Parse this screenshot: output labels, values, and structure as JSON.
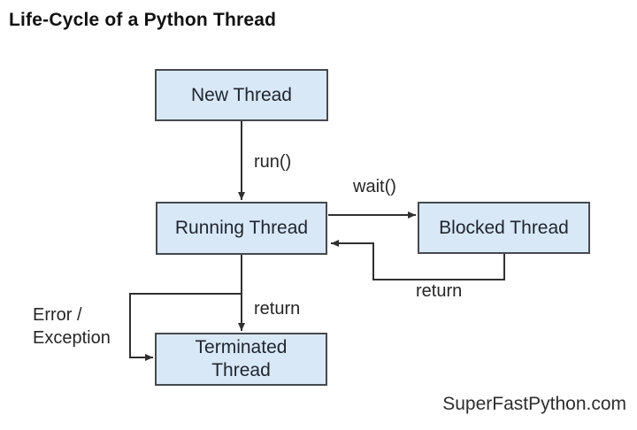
{
  "title": "Life-Cycle of a Python Thread",
  "nodes": {
    "new": {
      "label": "New Thread"
    },
    "running": {
      "label": "Running Thread"
    },
    "blocked": {
      "label": "Blocked Thread"
    },
    "terminated": {
      "line1": "Terminated",
      "line2": "Thread"
    }
  },
  "edges": {
    "run": {
      "label": "run()",
      "from": "New Thread",
      "to": "Running Thread"
    },
    "wait": {
      "label": "wait()",
      "from": "Running Thread",
      "to": "Blocked Thread"
    },
    "return_from_blocked": {
      "label": "return",
      "from": "Blocked Thread",
      "to": "Running Thread"
    },
    "return_from_running": {
      "label": "return",
      "from": "Running Thread",
      "to": "Terminated Thread"
    },
    "error": {
      "line1": "Error /",
      "line2": "Exception",
      "from": "Running Thread",
      "to": "Terminated Thread"
    }
  },
  "watermark": "SuperFastPython.com",
  "colors": {
    "node_fill": "#d9e8f6",
    "node_border": "#46494e",
    "edge_line": "#303030",
    "node_text": "#1e2530",
    "label_text": "#262626",
    "title_text": "#111111",
    "background": "#ffffff"
  }
}
